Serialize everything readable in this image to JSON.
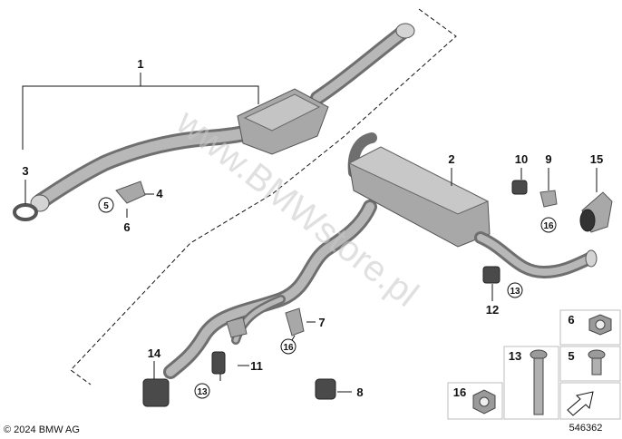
{
  "watermark": "www.BMWstore.pl",
  "copyright": "© 2024 BMW AG",
  "diagram_number": "546362",
  "callouts": {
    "c1": "1",
    "c2": "2",
    "c3": "3",
    "c4": "4",
    "c5": "5",
    "c6": "6",
    "c7": "7",
    "c8": "8",
    "c9": "9",
    "c10": "10",
    "c11": "11",
    "c12": "12",
    "c13a": "13",
    "c13b": "13",
    "c14": "14",
    "c15": "15",
    "c16a": "16",
    "c16b": "16"
  },
  "circled_refs": {
    "r5": "5",
    "r16a": "16",
    "r16b": "16",
    "r13a": "13",
    "r13b": "13"
  },
  "legend_boxes": {
    "b6": "6",
    "b5": "5",
    "b13": "13",
    "b16": "16"
  },
  "colors": {
    "pipe": "#6f6f6f",
    "part": "#a8a8a8",
    "rubber": "#4a4a4a",
    "watermark": "#c8c8c8"
  }
}
